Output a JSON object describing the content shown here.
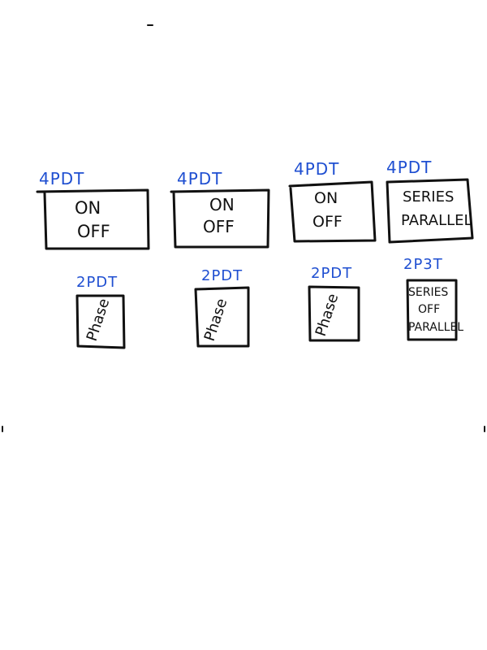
{
  "switches_top": [
    {
      "type": "4PDT",
      "line1": "ON",
      "line2": "OFF"
    },
    {
      "type": "4PDT",
      "line1": "ON",
      "line2": "OFF"
    },
    {
      "type": "4PDT",
      "line1": "ON",
      "line2": "OFF"
    },
    {
      "type": "4PDT",
      "line1": "SERIES",
      "line2": "PARALLEL"
    }
  ],
  "switches_bottom": [
    {
      "type": "2PDT",
      "text": "Phase"
    },
    {
      "type": "2PDT",
      "text": "Phase"
    },
    {
      "type": "2PDT",
      "text": "Phase"
    },
    {
      "type": "2P3T",
      "line1": "SERIES",
      "line2": "OFF",
      "line3": "PARALLEL"
    }
  ]
}
